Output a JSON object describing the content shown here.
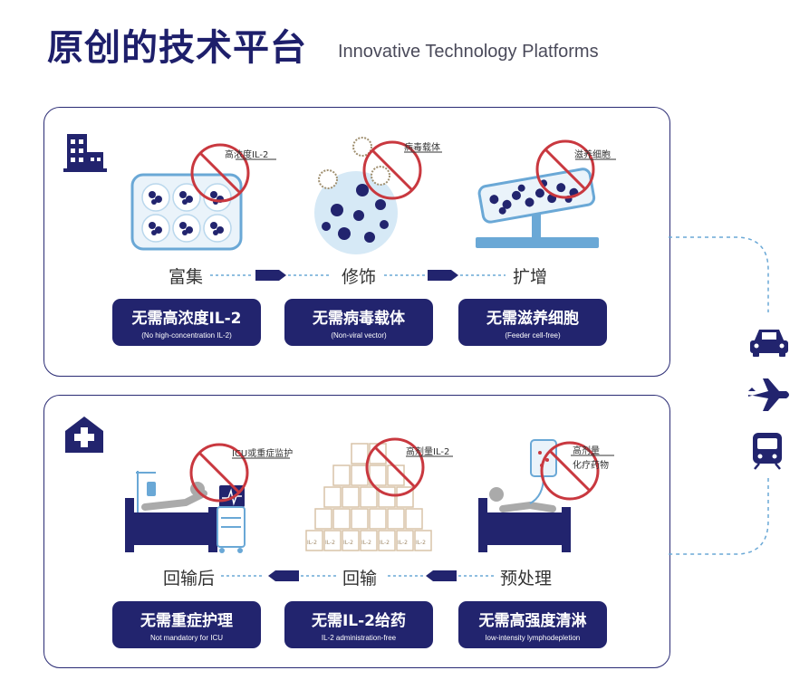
{
  "header": {
    "title": "原创的技术平台",
    "subtitle": "Innovative Technology Platforms"
  },
  "top_panel": {
    "steps": [
      "富集",
      "修饰",
      "扩增"
    ],
    "icon_labels": [
      "高浓度IL-2",
      "病毒载体",
      "滋养细胞"
    ],
    "badges": [
      {
        "cn": "无需高浓度IL-2",
        "en": "(No high-concentration IL-2)"
      },
      {
        "cn": "无需病毒载体",
        "en": "(Non-viral vector)"
      },
      {
        "cn": "无需滋养细胞",
        "en": "(Feeder cell-free)"
      }
    ]
  },
  "bottom_panel": {
    "steps": [
      "回输后",
      "回输",
      "预处理"
    ],
    "icon_labels": [
      "ICU或重症监护",
      "高剂量IL-2",
      "高剂量",
      "化疗药物"
    ],
    "vial_label": "IL-2",
    "badges": [
      {
        "cn": "无需重症护理",
        "en": "Not mandatory for ICU"
      },
      {
        "cn": "无需IL-2给药",
        "en": "IL-2 administration-free"
      },
      {
        "cn": "无需高强度清淋",
        "en": "low-intensity lymphodepletion"
      }
    ]
  },
  "side_icons": [
    "car-icon",
    "airplane-icon",
    "train-icon"
  ],
  "colors": {
    "navy": "#22246e",
    "forbid_red": "#c9383f",
    "light_blue": "#6aa8d6",
    "beige": "#e6d6bf"
  }
}
